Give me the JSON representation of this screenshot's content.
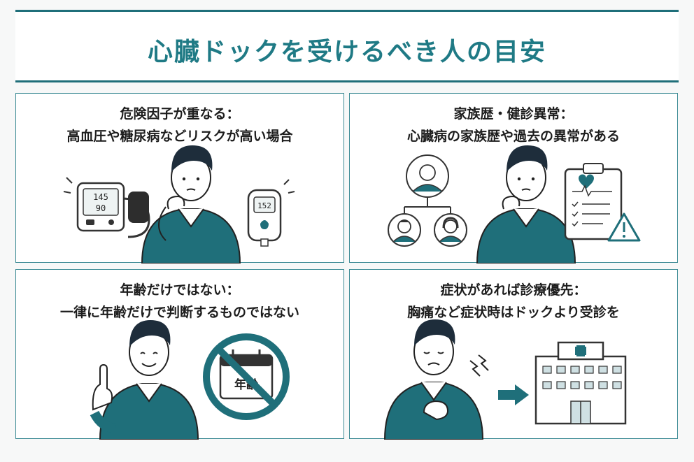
{
  "title": "心臓ドックを受けるべき人の目安",
  "panels": [
    {
      "heading1": "危険因子が重なる：",
      "heading2": "高血圧や糖尿病などリスクが高い場合",
      "bp_top": "145",
      "bp_bottom": "90",
      "glucose": "152"
    },
    {
      "heading1": "家族歴・健診異常：",
      "heading2": "心臓病の家族歴や過去の異常がある"
    },
    {
      "heading1": "年齢だけではない：",
      "heading2": "一律に年齢だけで判断するものではない",
      "calendar_label": "年齢"
    },
    {
      "heading1": "症状があれば診療優先：",
      "heading2": "胸痛など症状時はドックより受診を"
    }
  ],
  "colors": {
    "accent": "#1f7a85",
    "teal_dark": "#1f6f7a",
    "warning": "#1f6f7a"
  }
}
